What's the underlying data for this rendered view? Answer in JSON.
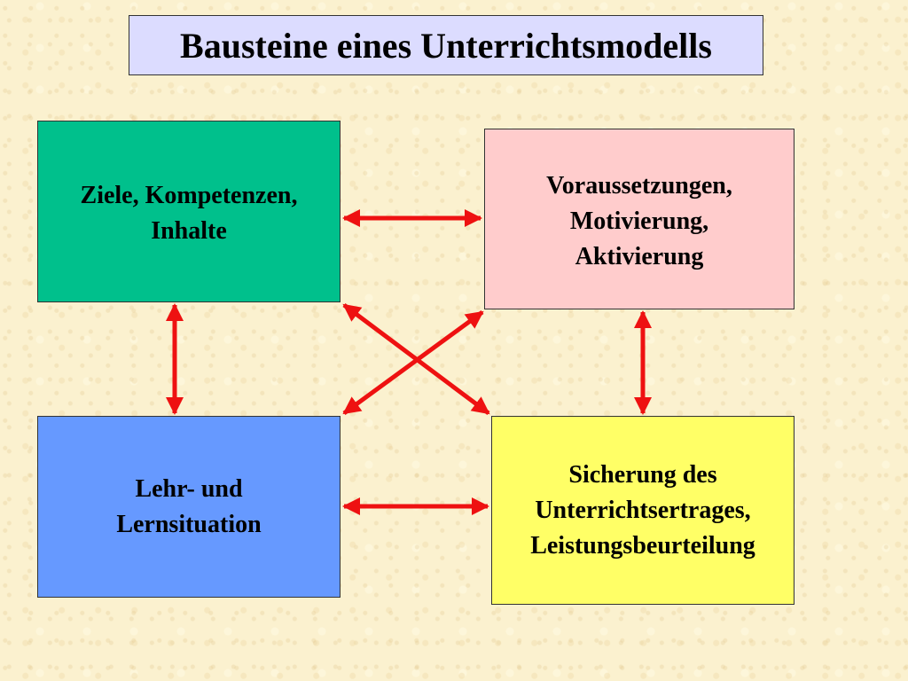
{
  "title": "Bausteine eines Unterrichtsmodells",
  "nodes": {
    "goals": {
      "lines": [
        "Ziele, Kompetenzen,",
        "Inhalte"
      ],
      "color": "#00c08c"
    },
    "prerequisites": {
      "lines": [
        "Voraussetzungen,",
        "Motivierung,",
        "Aktivierung"
      ],
      "color": "#ffcccc"
    },
    "learning_situation": {
      "lines": [
        "Lehr- und",
        "Lernsituation"
      ],
      "color": "#6699ff"
    },
    "assurance": {
      "lines": [
        "Sicherung des",
        "Unterrichtsertrages,",
        "Leistungsbeurteilung"
      ],
      "color": "#ffff66"
    }
  },
  "connections": [
    {
      "from": "goals",
      "to": "prerequisites",
      "type": "bidirectional"
    },
    {
      "from": "goals",
      "to": "learning_situation",
      "type": "bidirectional"
    },
    {
      "from": "prerequisites",
      "to": "assurance",
      "type": "bidirectional"
    },
    {
      "from": "learning_situation",
      "to": "assurance",
      "type": "bidirectional"
    },
    {
      "from": "goals",
      "to": "assurance",
      "type": "bidirectional"
    },
    {
      "from": "prerequisites",
      "to": "learning_situation",
      "type": "bidirectional"
    }
  ],
  "colors": {
    "arrow": "#ee1111",
    "title_background": "#dcdcff",
    "page_background": "#fbf1cf"
  }
}
